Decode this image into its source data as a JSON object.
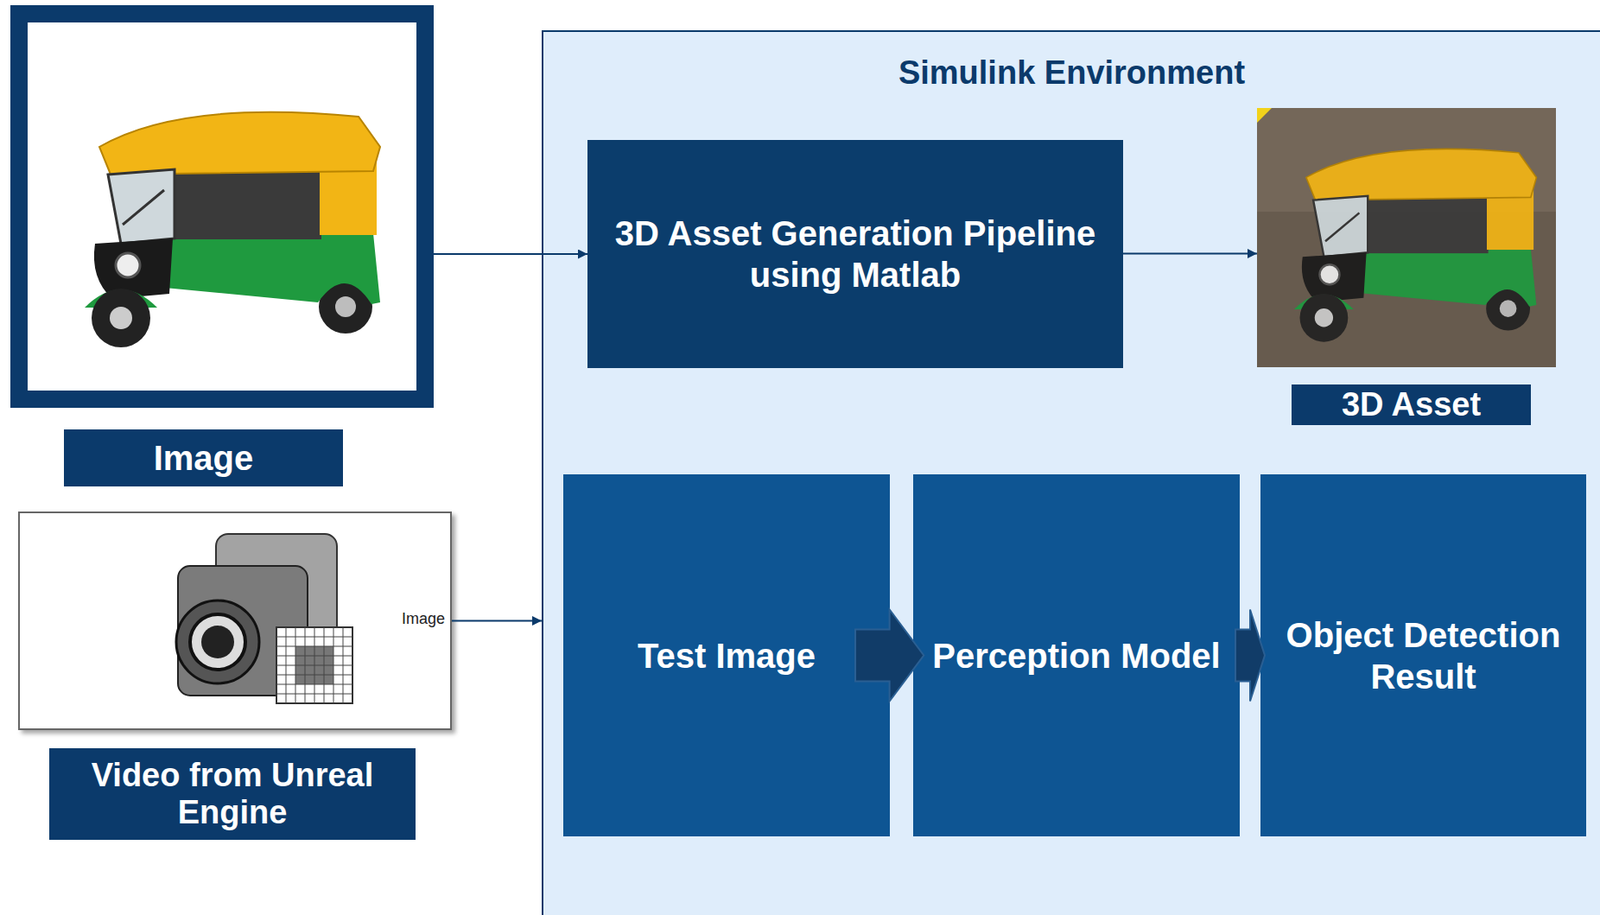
{
  "diagram": {
    "nodes": [
      {
        "text": [
          "Image"
        ]
      },
      {
        "text": [
          "Video from Unreal Engine",
          "Image"
        ]
      },
      {
        "text": [
          "Simulink Environment"
        ]
      },
      {
        "text": [
          "3D Asset Generation Pipeline using Matlab"
        ],
        "in": 2
      },
      {
        "text": [
          "3D Asset"
        ],
        "in": 2
      },
      {
        "text": [
          "Test Image"
        ],
        "in": 2
      },
      {
        "text": [
          "Perception Model"
        ],
        "in": 2
      },
      {
        "text": [
          "Object Detection Result"
        ],
        "in": 2
      }
    ],
    "edges": [
      {
        "from": 0,
        "to": 3,
        "arrow": "to"
      },
      {
        "from": 3,
        "to": 4,
        "arrow": "to"
      },
      {
        "from": 1,
        "to": 2,
        "arrow": "to"
      },
      {
        "from": 5,
        "to": 6,
        "arrow": "to"
      },
      {
        "from": 6,
        "to": 7,
        "arrow": "to"
      }
    ]
  }
}
